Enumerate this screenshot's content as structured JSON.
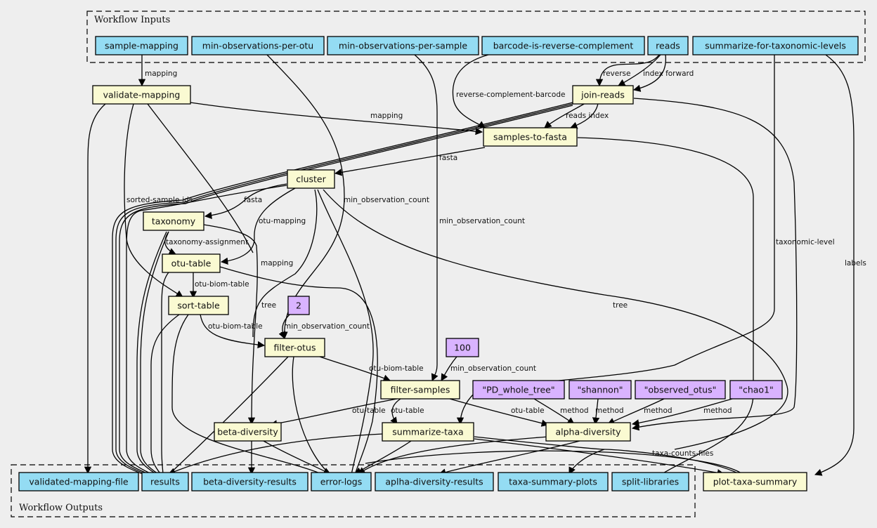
{
  "colors": {
    "background": "#eeeeee",
    "input": "#94dcf3",
    "output": "#94dcf3",
    "step": "#fafad2",
    "literal": "#d9b3ff",
    "stroke": "#000000"
  },
  "clusters": {
    "inputs": "Workflow Inputs",
    "outputs": "Workflow Outputs"
  },
  "nodes": {
    "sample_mapping": {
      "label": "sample-mapping",
      "kind": "input"
    },
    "min_obs_per_otu": {
      "label": "min-observations-per-otu",
      "kind": "input"
    },
    "min_obs_per_sample": {
      "label": "min-observations-per-sample",
      "kind": "input"
    },
    "barcode_rc": {
      "label": "barcode-is-reverse-complement",
      "kind": "input"
    },
    "reads": {
      "label": "reads",
      "kind": "input"
    },
    "summarize_levels": {
      "label": "summarize-for-taxonomic-levels",
      "kind": "input"
    },
    "validate_mapping": {
      "label": "validate-mapping",
      "kind": "step"
    },
    "join_reads": {
      "label": "join-reads",
      "kind": "step"
    },
    "samples_to_fasta": {
      "label": "samples-to-fasta",
      "kind": "step"
    },
    "cluster": {
      "label": "cluster",
      "kind": "step"
    },
    "taxonomy": {
      "label": "taxonomy",
      "kind": "step"
    },
    "otu_table": {
      "label": "otu-table",
      "kind": "step"
    },
    "sort_table": {
      "label": "sort-table",
      "kind": "step"
    },
    "lit_2": {
      "label": "2",
      "kind": "literal"
    },
    "filter_otus": {
      "label": "filter-otus",
      "kind": "step"
    },
    "lit_100": {
      "label": "100",
      "kind": "literal"
    },
    "filter_samples": {
      "label": "filter-samples",
      "kind": "step"
    },
    "lit_pd": {
      "label": "\"PD_whole_tree\"",
      "kind": "literal"
    },
    "lit_shannon": {
      "label": "\"shannon\"",
      "kind": "literal"
    },
    "lit_observed": {
      "label": "\"observed_otus\"",
      "kind": "literal"
    },
    "lit_chao1": {
      "label": "\"chao1\"",
      "kind": "literal"
    },
    "beta_diversity": {
      "label": "beta-diversity",
      "kind": "step"
    },
    "summarize_taxa": {
      "label": "summarize-taxa",
      "kind": "step"
    },
    "alpha_diversity": {
      "label": "alpha-diversity",
      "kind": "step"
    },
    "out_validated": {
      "label": "validated-mapping-file",
      "kind": "output"
    },
    "out_results": {
      "label": "results",
      "kind": "output"
    },
    "out_beta": {
      "label": "beta-diversity-results",
      "kind": "output"
    },
    "out_error": {
      "label": "error-logs",
      "kind": "output"
    },
    "out_alpha": {
      "label": "aplha-diversity-results",
      "kind": "output"
    },
    "out_taxa_plots": {
      "label": "taxa-summary-plots",
      "kind": "output"
    },
    "out_split": {
      "label": "split-libraries",
      "kind": "output"
    },
    "plot_taxa_summary": {
      "label": "plot-taxa-summary",
      "kind": "step"
    }
  },
  "edge_labels": {
    "mapping_1": "mapping",
    "reverse": "reverse",
    "index_forward": "index forward",
    "rc_barcode": "reverse-complement-barcode",
    "mapping_2": "mapping",
    "reads_index": "reads index",
    "fasta_1": "fasta",
    "sorted_ids": "sorted-sample-ids",
    "fasta_2": "fasta",
    "min_obs_1": "min_observation_count",
    "min_obs_2": "min_observation_count",
    "otu_mapping": "otu-mapping",
    "tax_assign": "taxonomy-assignment",
    "mapping_3": "mapping",
    "tax_level": "taxonomic-level",
    "labels": "labels",
    "otu_biom_1": "otu-biom-table",
    "tree_1": "tree",
    "tree_2": "tree",
    "otu_biom_2": "otu-biom-table",
    "min_obs_3": "min_observation_count",
    "otu_biom_3": "otu-biom-table",
    "min_obs_4": "min_observation_count",
    "otu_table_1": "otu-table",
    "otu_table_2": "otu-table",
    "otu_table_3": "otu-table",
    "method_1": "method",
    "method_2": "method",
    "method_3": "method",
    "method_4": "method",
    "taxa_counts": "taxa-counts-files"
  }
}
